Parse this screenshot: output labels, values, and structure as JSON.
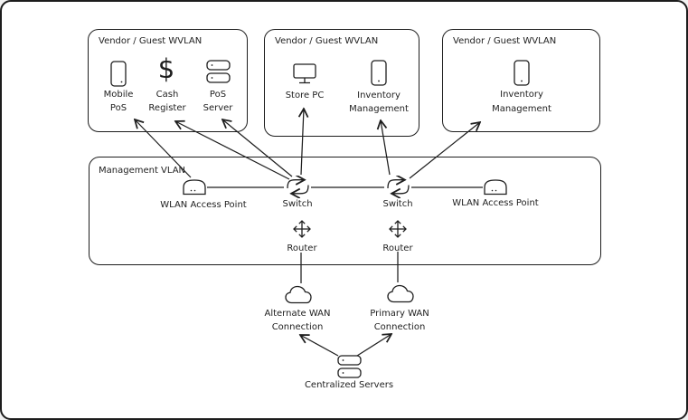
{
  "boxes": {
    "vendor1": {
      "title": "Vendor / Guest WVLAN"
    },
    "vendor2": {
      "title": "Vendor / Guest WVLAN"
    },
    "vendor3": {
      "title": "Vendor / Guest WVLAN"
    },
    "management": {
      "title": "Management VLAN"
    }
  },
  "nodes": {
    "mobile_pos": {
      "line1": "Mobile",
      "line2": "PoS",
      "icon": "tablet-icon"
    },
    "cash_register": {
      "symbol": "$",
      "line1": "Cash",
      "line2": "Register",
      "icon": "dollar-icon"
    },
    "pos_server": {
      "line1": "PoS",
      "line2": "Server",
      "icon": "server-stack-icon"
    },
    "store_pc": {
      "line1": "Store PC",
      "icon": "monitor-icon"
    },
    "inventory_mgmt_2": {
      "line1": "Inventory",
      "line2": "Management",
      "icon": "tablet-icon"
    },
    "inventory_mgmt_3": {
      "line1": "Inventory",
      "line2": "Management",
      "icon": "tablet-icon"
    },
    "wlan_ap_left": {
      "line1": "WLAN Access Point",
      "icon": "access-point-icon"
    },
    "switch_left": {
      "line1": "Switch",
      "icon": "switch-icon"
    },
    "switch_right": {
      "line1": "Switch",
      "icon": "switch-icon"
    },
    "wlan_ap_right": {
      "line1": "WLAN Access Point",
      "icon": "access-point-icon"
    },
    "router_left": {
      "line1": "Router",
      "icon": "router-icon"
    },
    "router_right": {
      "line1": "Router",
      "icon": "router-icon"
    },
    "alternate_wan": {
      "line1": "Alternate WAN",
      "line2": "Connection",
      "icon": "cloud-icon"
    },
    "primary_wan": {
      "line1": "Primary WAN",
      "line2": "Connection",
      "icon": "cloud-icon"
    },
    "centralized_servers": {
      "line1": "Centralized Servers",
      "icon": "server-stack-icon"
    }
  },
  "edges": [
    {
      "from": "wlan_ap_left",
      "to": "mobile_pos",
      "arrow": true
    },
    {
      "from": "switch_left",
      "to": "cash_register",
      "arrow": true
    },
    {
      "from": "switch_left",
      "to": "pos_server",
      "arrow": true
    },
    {
      "from": "switch_left",
      "to": "store_pc",
      "arrow": true
    },
    {
      "from": "switch_right",
      "to": "inventory_mgmt_2",
      "arrow": true
    },
    {
      "from": "switch_right",
      "to": "inventory_mgmt_3",
      "arrow": true
    },
    {
      "from": "wlan_ap_left",
      "to": "switch_left",
      "arrow": false
    },
    {
      "from": "switch_left",
      "to": "switch_right",
      "arrow": false
    },
    {
      "from": "switch_right",
      "to": "wlan_ap_right",
      "arrow": false
    },
    {
      "from": "router_left",
      "to": "alternate_wan",
      "arrow": false
    },
    {
      "from": "router_right",
      "to": "primary_wan",
      "arrow": false
    },
    {
      "from": "centralized_servers",
      "to": "alternate_wan",
      "arrow": true
    },
    {
      "from": "centralized_servers",
      "to": "primary_wan",
      "arrow": true
    }
  ],
  "colors": {
    "stroke": "#1e1e1e",
    "canvas_bg": "#ffffff"
  }
}
